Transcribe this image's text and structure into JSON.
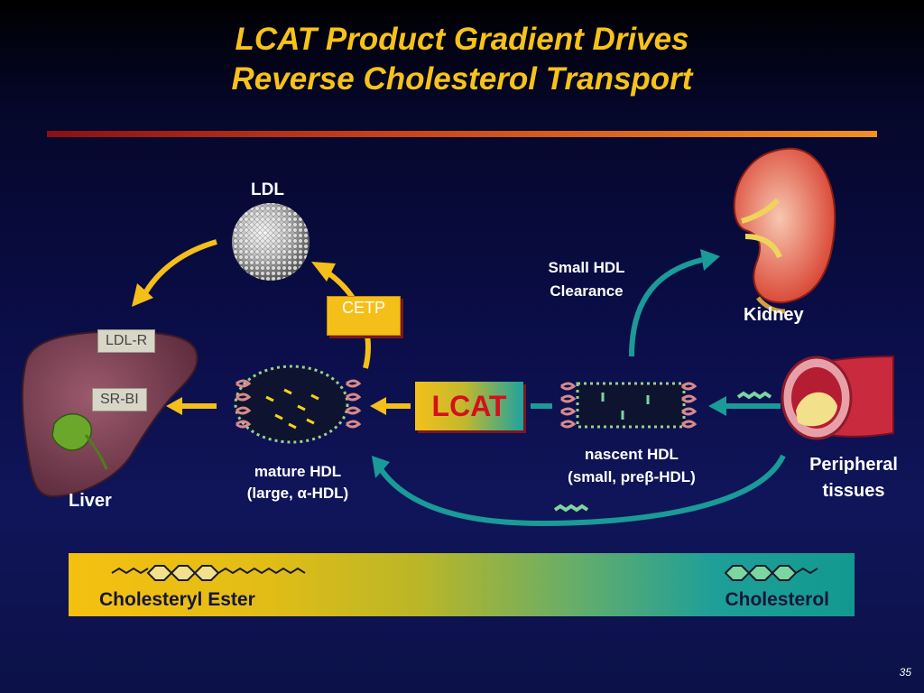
{
  "title": {
    "line1": "LCAT Product Gradient Drives",
    "line2": "Reverse Cholesterol Transport"
  },
  "labels": {
    "ldl": "LDL",
    "ldl_r": "LDL-R",
    "sr_bi": "SR-BI",
    "cetp": "CETP",
    "liver": "Liver",
    "mature_hdl_1": "mature HDL",
    "mature_hdl_2": "(large, α-HDL)",
    "lcat": "LCAT",
    "nascent_hdl_1": "nascent HDL",
    "nascent_hdl_2": "(small, preβ-HDL)",
    "small_hdl_1": "Small HDL",
    "small_hdl_2": "Clearance",
    "kidney": "Kidney",
    "peripheral_1": "Peripheral",
    "peripheral_2": "tissues"
  },
  "gradient_bar": {
    "left_label": "Cholesteryl Ester",
    "right_label": "Cholesterol"
  },
  "page_number": "35",
  "colors": {
    "title": "#f7c21a",
    "arrow_yellow": "#f5bf1a",
    "arrow_teal": "#1a9a98",
    "lcat_text": "#d4101c"
  }
}
